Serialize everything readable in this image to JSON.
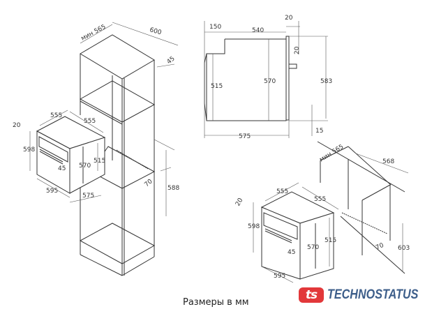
{
  "caption": "Размеры в мм",
  "brand": {
    "mark": "ts",
    "name": "TECHNOSTATUS",
    "mark_color": "#e2383a",
    "name_color": "#3d5e8a"
  },
  "cabinet_tall": {
    "min_depth": "мин 565",
    "width": "600",
    "top_gap": "45",
    "vent": "70",
    "niche_height": "588"
  },
  "oven_left": {
    "depth_top": "555",
    "width_top": "555",
    "front_offset": "20",
    "height": "598",
    "inner_height": "570",
    "side_height": "515",
    "handle": "45",
    "width": "595",
    "depth": "575"
  },
  "side_view": {
    "rear": "150",
    "body": "540",
    "front": "20",
    "panel_top": "20",
    "left_height": "515",
    "body_height": "570",
    "total_height": "583",
    "bottom": "15",
    "depth": "575"
  },
  "oven_right": {
    "depth_top": "555",
    "width_top": "555",
    "front_offset": "20",
    "height": "598",
    "inner_height": "570",
    "side_height": "515",
    "handle": "45",
    "width": "595"
  },
  "counter_niche": {
    "min_depth": "мин 565",
    "width": "568",
    "vent": "70",
    "height": "603"
  }
}
